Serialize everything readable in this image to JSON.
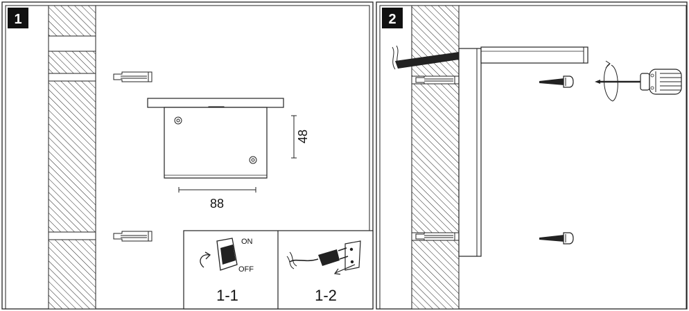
{
  "step1": {
    "badge": "1",
    "dimension_height": "48",
    "dimension_width": "88"
  },
  "step1_1": {
    "label": "1-1",
    "switch_on": "ON",
    "switch_off": "OFF"
  },
  "step1_2": {
    "label": "1-2"
  },
  "step2": {
    "badge": "2"
  }
}
